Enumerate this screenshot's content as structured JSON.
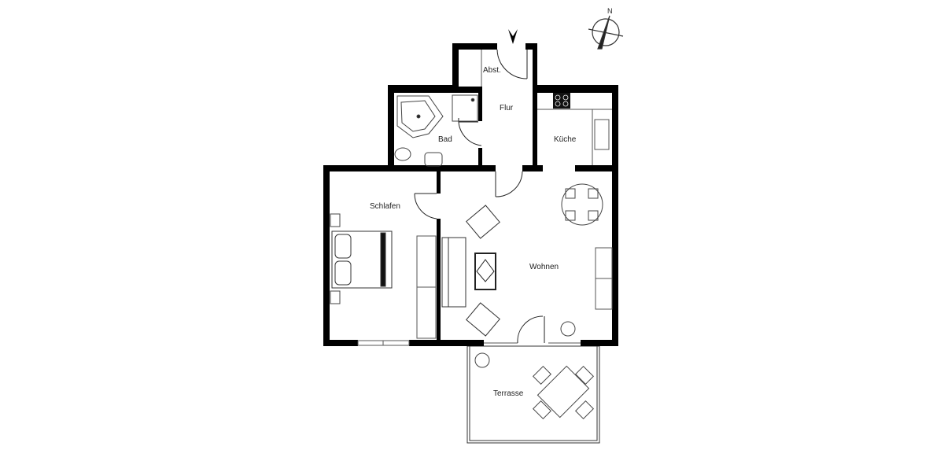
{
  "plan": {
    "rooms": [
      {
        "id": "abst",
        "label": "Abst."
      },
      {
        "id": "flur",
        "label": "Flur"
      },
      {
        "id": "bad",
        "label": "Bad"
      },
      {
        "id": "kueche",
        "label": "Küche"
      },
      {
        "id": "schlafen",
        "label": "Schlafen"
      },
      {
        "id": "wohnen",
        "label": "Wohnen"
      },
      {
        "id": "terrasse",
        "label": "Terrasse"
      }
    ],
    "compass": {
      "label": "N"
    },
    "entrance_marker": "entrance-arrow-icon",
    "colors": {
      "wall": "#000000",
      "furniture": "#333333",
      "background": "#ffffff"
    }
  }
}
